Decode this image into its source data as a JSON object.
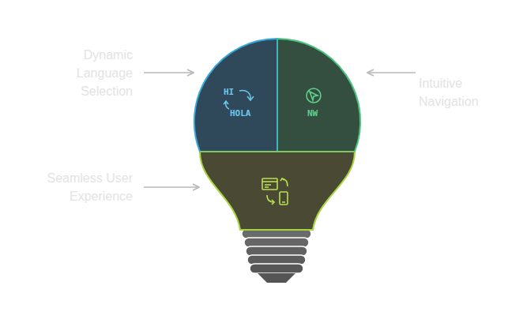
{
  "diagram": {
    "labels": [
      "Dynamic Language Selection",
      "Intuitive Navigation",
      "Seamless User Experience",
      "HI",
      "HOLA",
      "NW"
    ]
  }
}
